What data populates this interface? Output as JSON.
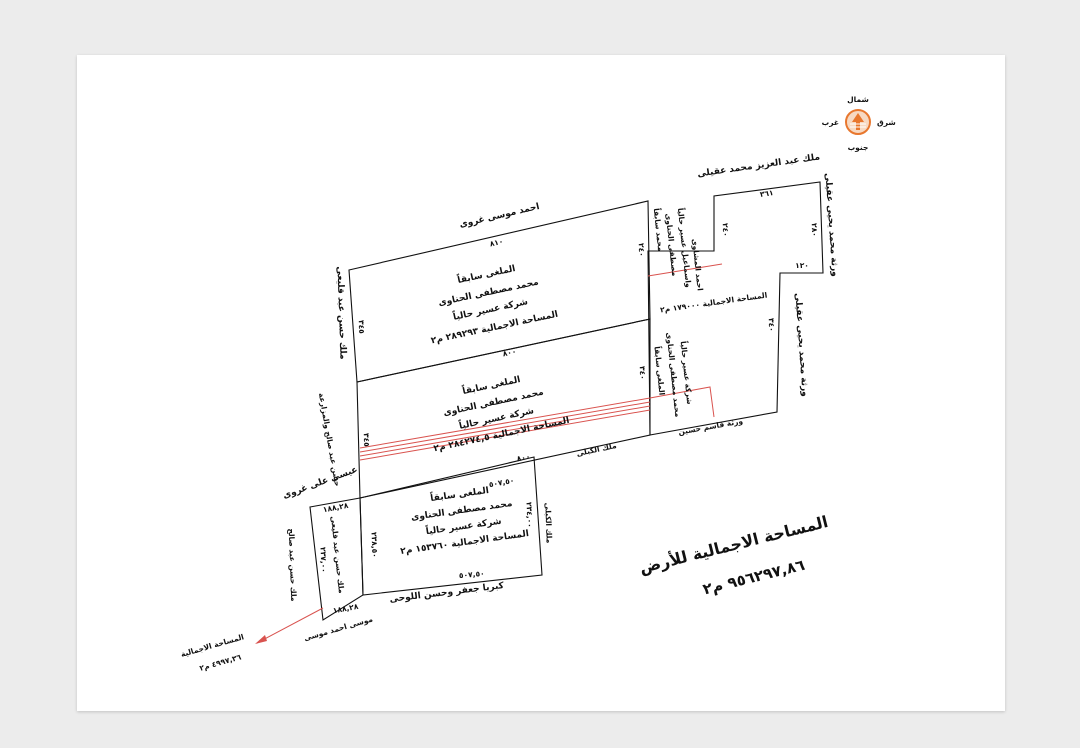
{
  "compass": {
    "north": "شمال",
    "east": "شرق",
    "west": "غرب",
    "south": "جنوب"
  },
  "neighbors": {
    "top_left": "احمد موسى غروى",
    "top_right": "ملك عبد العزيز محمد عقيلى",
    "right_1": "ورثة محمد يحيى عقيلى",
    "right_2": "ورثة محمد يحيى عقيلى",
    "mid_col_1": "محمد سابقاً",
    "mid_col_2": "مصطفى الحناوى",
    "mid_col_3": "واسماعيل عسير حالياً",
    "mid_col_4": "احمد المشاوى",
    "left_1": "ملك حسن عبد قليعى",
    "left_2": "حسن عبد صالح والمزارعة",
    "left_3": "عيسى على غروى",
    "left_4": "ملك حسن عبد صالح",
    "bottom_1": "ملك الكبلى",
    "bottom_2": "ورثة قاسم حسين",
    "bottom_3": "كبريا جعفر وحسن اللوحى",
    "bottom_4": "موسى احمد موسى",
    "lot3_right": "ملك الكبلى"
  },
  "lots": {
    "lot1": {
      "l1": "الملغى سابقاً",
      "l2": "محمد مصطفى الحناوى",
      "l3": "شركة عسير حالياً",
      "l4": "المساحة الاجمالية ٢٨٩٢٩٣ م٢"
    },
    "lot2": {
      "l1": "الملغى سابقاً",
      "l2": "محمد مصطفى الحناوى",
      "l3": "شركة عسير حالياً",
      "l4": "المساحة الاجمالية ٢٨٤٢٧٤,٥ م٢"
    },
    "lot3": {
      "l1": "الملغى سابقاً",
      "l2": "محمد مصطفى الحناوى",
      "l3": "شركة عسير حالياً",
      "l4": "المساحة الاجمالية ١٥٣٧٦٠ م٢"
    },
    "right_area": {
      "l1": "المساحة الاجمالية ١٧٩٠٠٠ م٢",
      "c1": "الملغى سابقاً",
      "c2": "محمد مصطفى الحناوى",
      "c3": "شركة عسير حالياً"
    },
    "narrow": {
      "c1": "ملك حسن عبد قليعى"
    }
  },
  "dims": {
    "d810": "٨١٠",
    "d800a": "٨٠٠",
    "d800b": "٨٠٠",
    "d345": "٣٤٥",
    "d340": "٣٤٠",
    "d345b": "٣٤٥",
    "d240a": "٢٤٠",
    "d240b": "٢٤٠",
    "d361": "٣٦١",
    "d240c": "٢٤٠",
    "d280": "٢٨٠",
    "d120": "١٢٠",
    "d340r": "٣٤٠",
    "d507a": "٥٠٧,٥٠",
    "d507b": "٥٠٧,٥٠",
    "d2340": "٢٣٤,٠٠",
    "d2385": "٢٣٨,٥٠",
    "d2370": "٢٣٧,٠٠",
    "d18828a": "١٨٨,٢٨",
    "d18828b": "١٨٨,٢٨"
  },
  "total": {
    "title": "المساحة الاجمالية  للأرض",
    "value": "٩٥٦٢٩٧,٨٦ م٢"
  },
  "small_total": {
    "title": "المساحة الاجمالية",
    "value": "٤٩٩٧,٣٦ م٢"
  },
  "colors": {
    "line": "#111111",
    "red": "#d9534f",
    "compass_orange": "#e8772e"
  }
}
